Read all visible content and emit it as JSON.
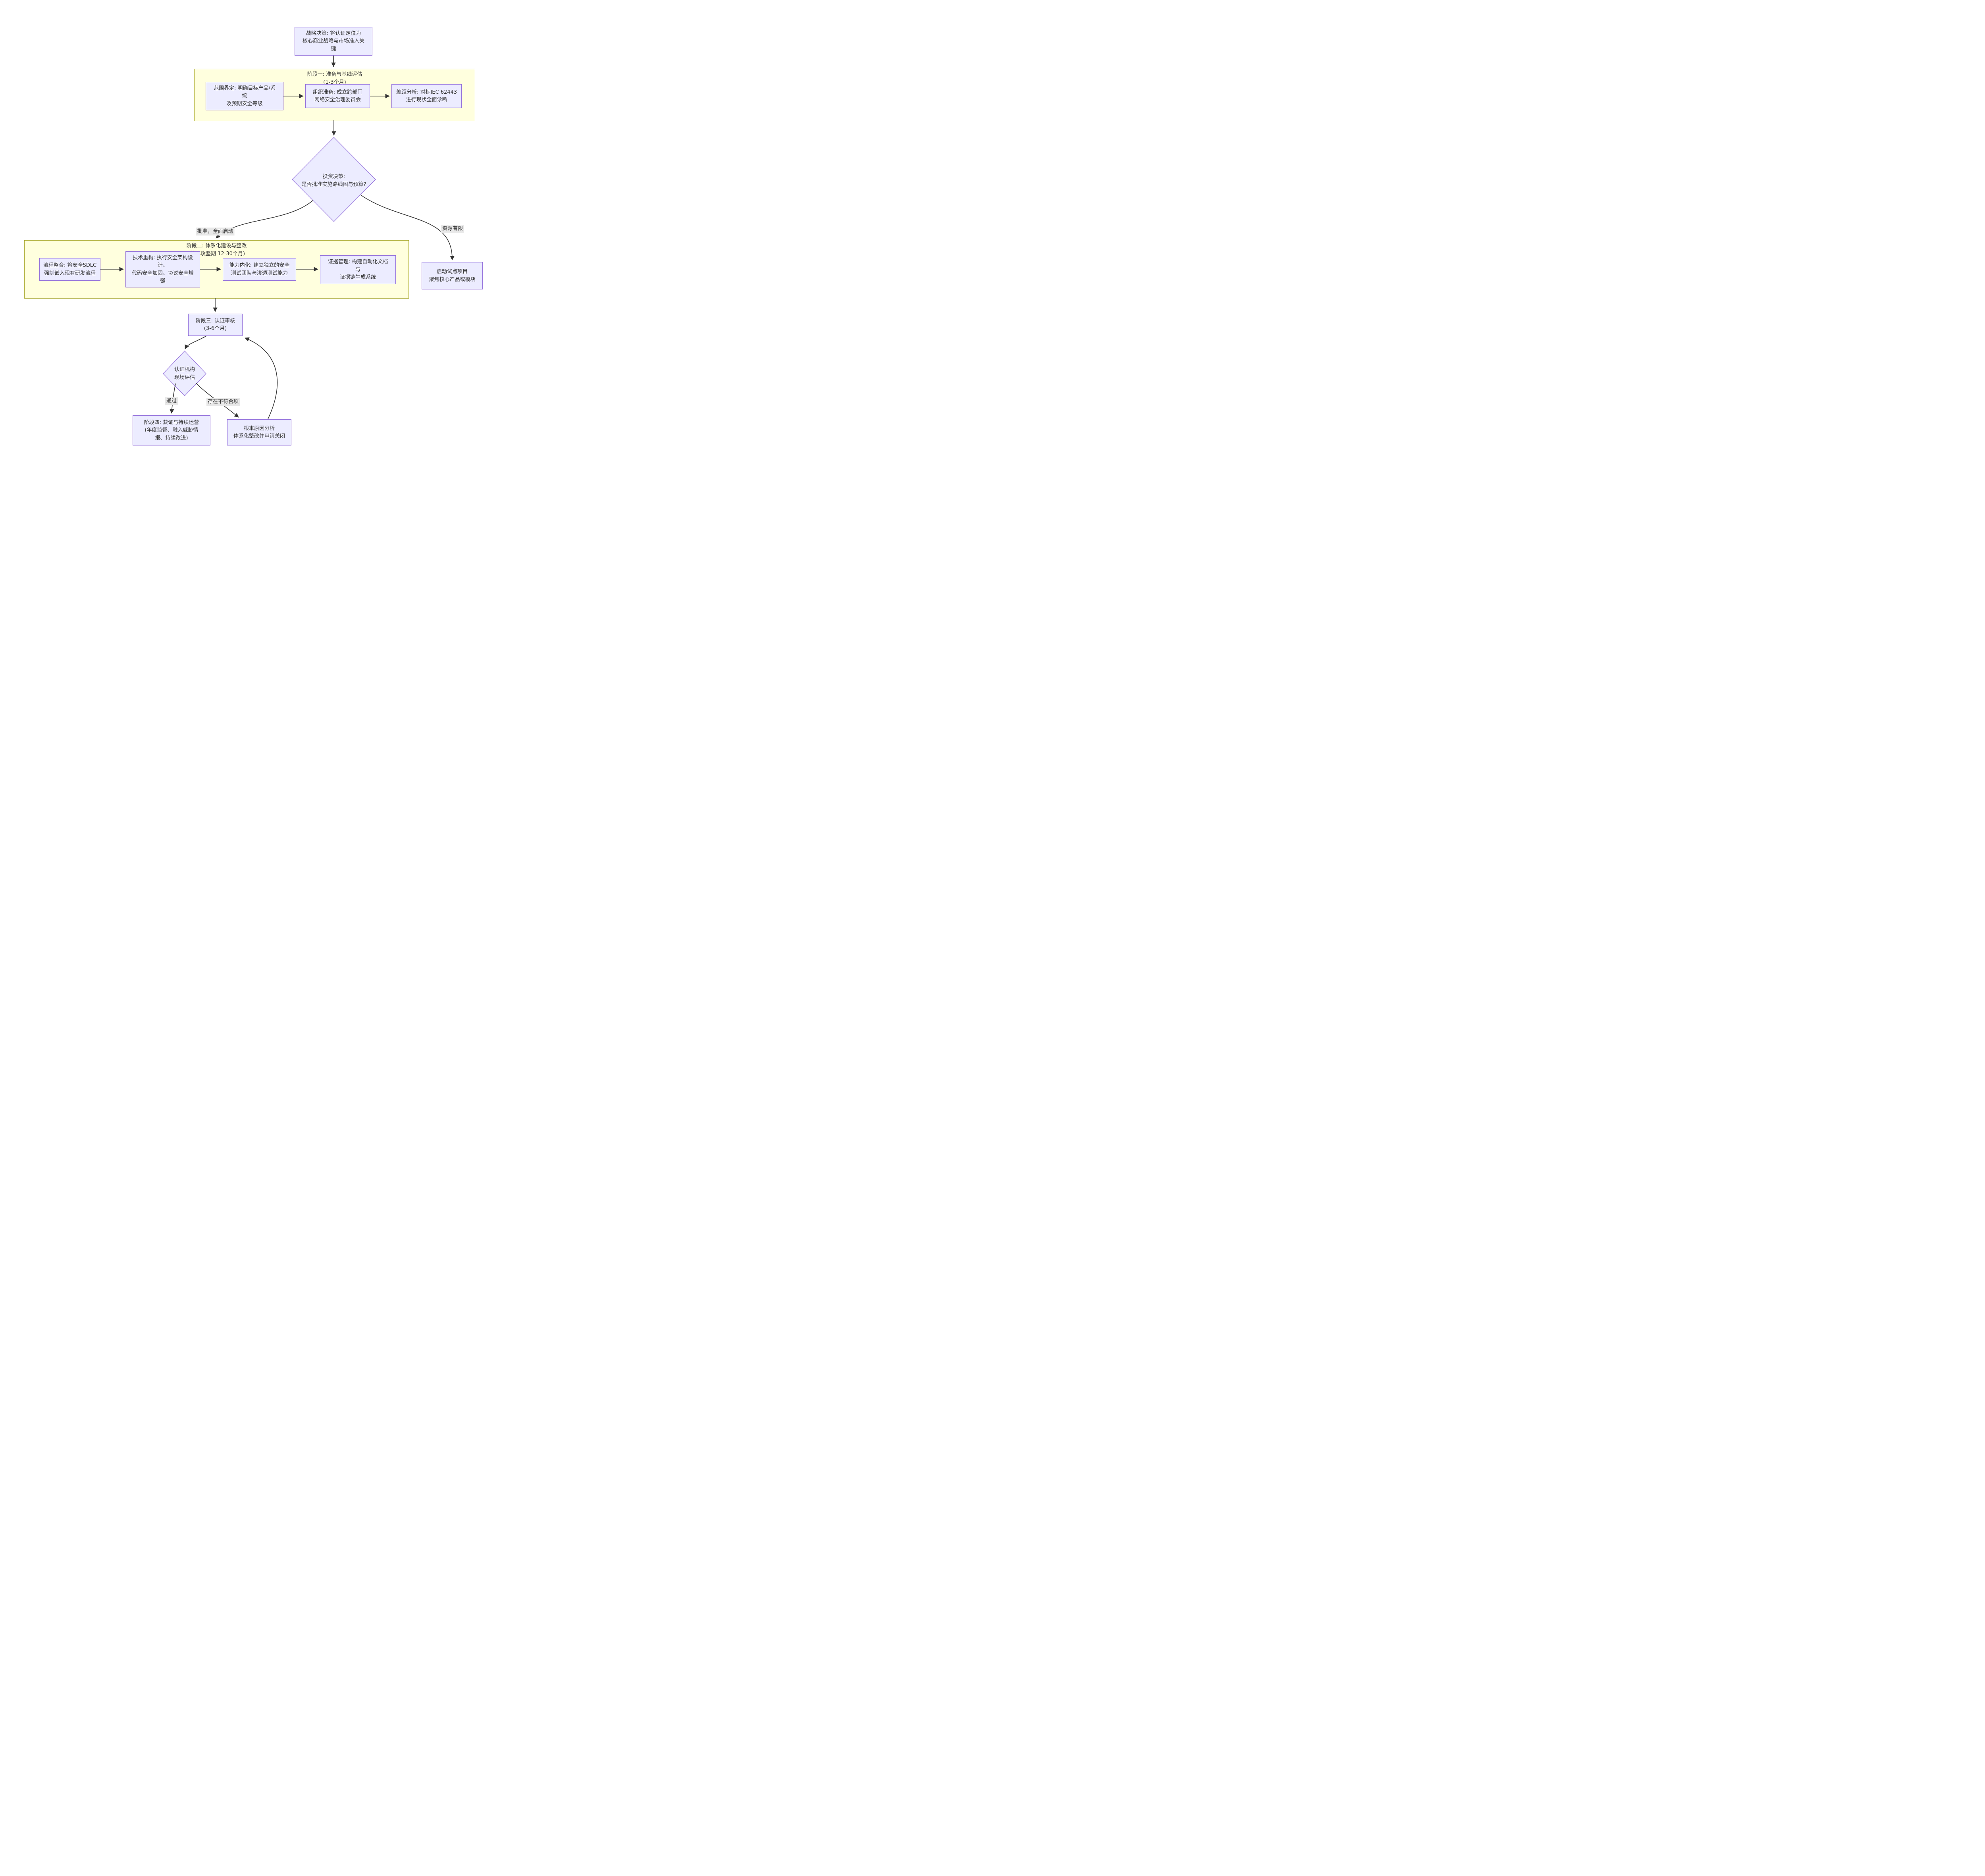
{
  "diagram": {
    "type": "flowchart",
    "direction": "top-down",
    "colors": {
      "node_fill": "#ECECFF",
      "node_border": "#9370DB",
      "phase_fill": "#FFFFDE",
      "phase_border": "#AAAA33",
      "edge_label_bg": "#E8E8E8",
      "edge_color": "#333333",
      "text_color": "#333333",
      "background": "#FFFFFF"
    },
    "nodes": {
      "strategy": "战略决策: 将认证定位为\n核心商业战略与市场准入关\n键",
      "scope": "范围界定: 明确目标产品/系\n统\n及预期安全等级",
      "org": "组织准备: 成立跨部门\n网络安全治理委员会",
      "gap": "差距分析: 对标IEC 62443\n进行现状全面诊断",
      "decision": "投资决策:\n是否批准实施路线图与预算?",
      "process": "流程整合: 将安全SDLC\n强制嵌入现有研发流程",
      "tech": "技术重构: 执行安全架构设\n计、\n代码安全加固、协议安全增\n强",
      "capability": "能力内化: 建立独立的安全\n测试团队与渗透测试能力",
      "evidence": "证据管理: 构建自动化文档\n与\n证据链生成系统",
      "pilot": "启动试点项目\n聚焦核心产品或模块",
      "phase3": "阶段三: 认证审核\n(3-6个月)",
      "assessment": "认证机构\n现场评估",
      "phase4": "阶段四: 获证与持续运营\n(年度监督、融入威胁情\n报、持续改进)",
      "rootcause": "根本原因分析\n体系化整改并申请关闭"
    },
    "containers": {
      "phase1": {
        "title": "阶段一: 准备与基线评估\n(1-3个月)"
      },
      "phase2": {
        "title": "阶段二: 体系化建设与整改\n(核心攻坚期 12-30个月)"
      }
    },
    "edges": [
      {
        "from": "strategy",
        "to": "phase1",
        "label": ""
      },
      {
        "from": "scope",
        "to": "org",
        "label": ""
      },
      {
        "from": "org",
        "to": "gap",
        "label": ""
      },
      {
        "from": "phase1",
        "to": "decision",
        "label": ""
      },
      {
        "from": "decision",
        "to": "phase2",
        "label": "批准，全面启动"
      },
      {
        "from": "decision",
        "to": "pilot",
        "label": "资源有限"
      },
      {
        "from": "process",
        "to": "tech",
        "label": ""
      },
      {
        "from": "tech",
        "to": "capability",
        "label": ""
      },
      {
        "from": "capability",
        "to": "evidence",
        "label": ""
      },
      {
        "from": "phase2",
        "to": "phase3",
        "label": ""
      },
      {
        "from": "phase3",
        "to": "assessment",
        "label": ""
      },
      {
        "from": "assessment",
        "to": "phase4",
        "label": "通过"
      },
      {
        "from": "assessment",
        "to": "rootcause",
        "label": "存在不符合项"
      },
      {
        "from": "rootcause",
        "to": "phase3",
        "label": ""
      }
    ]
  }
}
